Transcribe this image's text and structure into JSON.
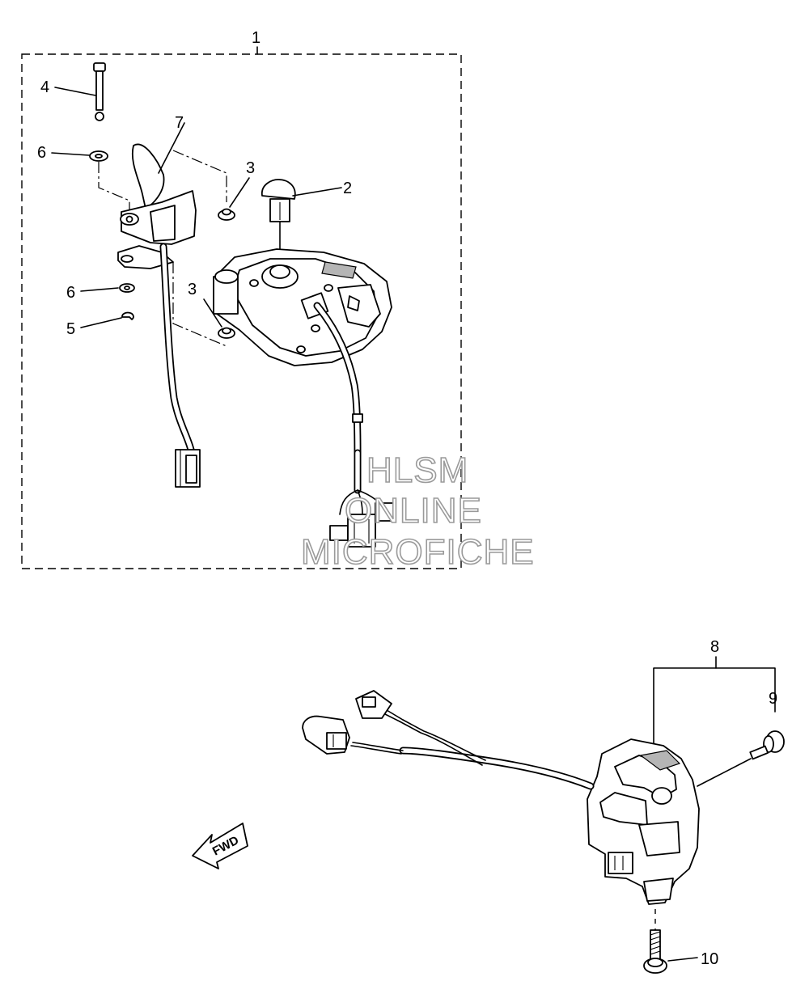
{
  "callouts": {
    "c1": "1",
    "c2": "2",
    "c3a": "3",
    "c3b": "3",
    "c4": "4",
    "c5": "5",
    "c6a": "6",
    "c6b": "6",
    "c7": "7",
    "c8": "8",
    "c9": "9",
    "c10": "10"
  },
  "fwd_label": "FWD",
  "watermark": {
    "line1": "HLSM",
    "line2": "ONLINE",
    "line3": "MICROFICHE"
  }
}
